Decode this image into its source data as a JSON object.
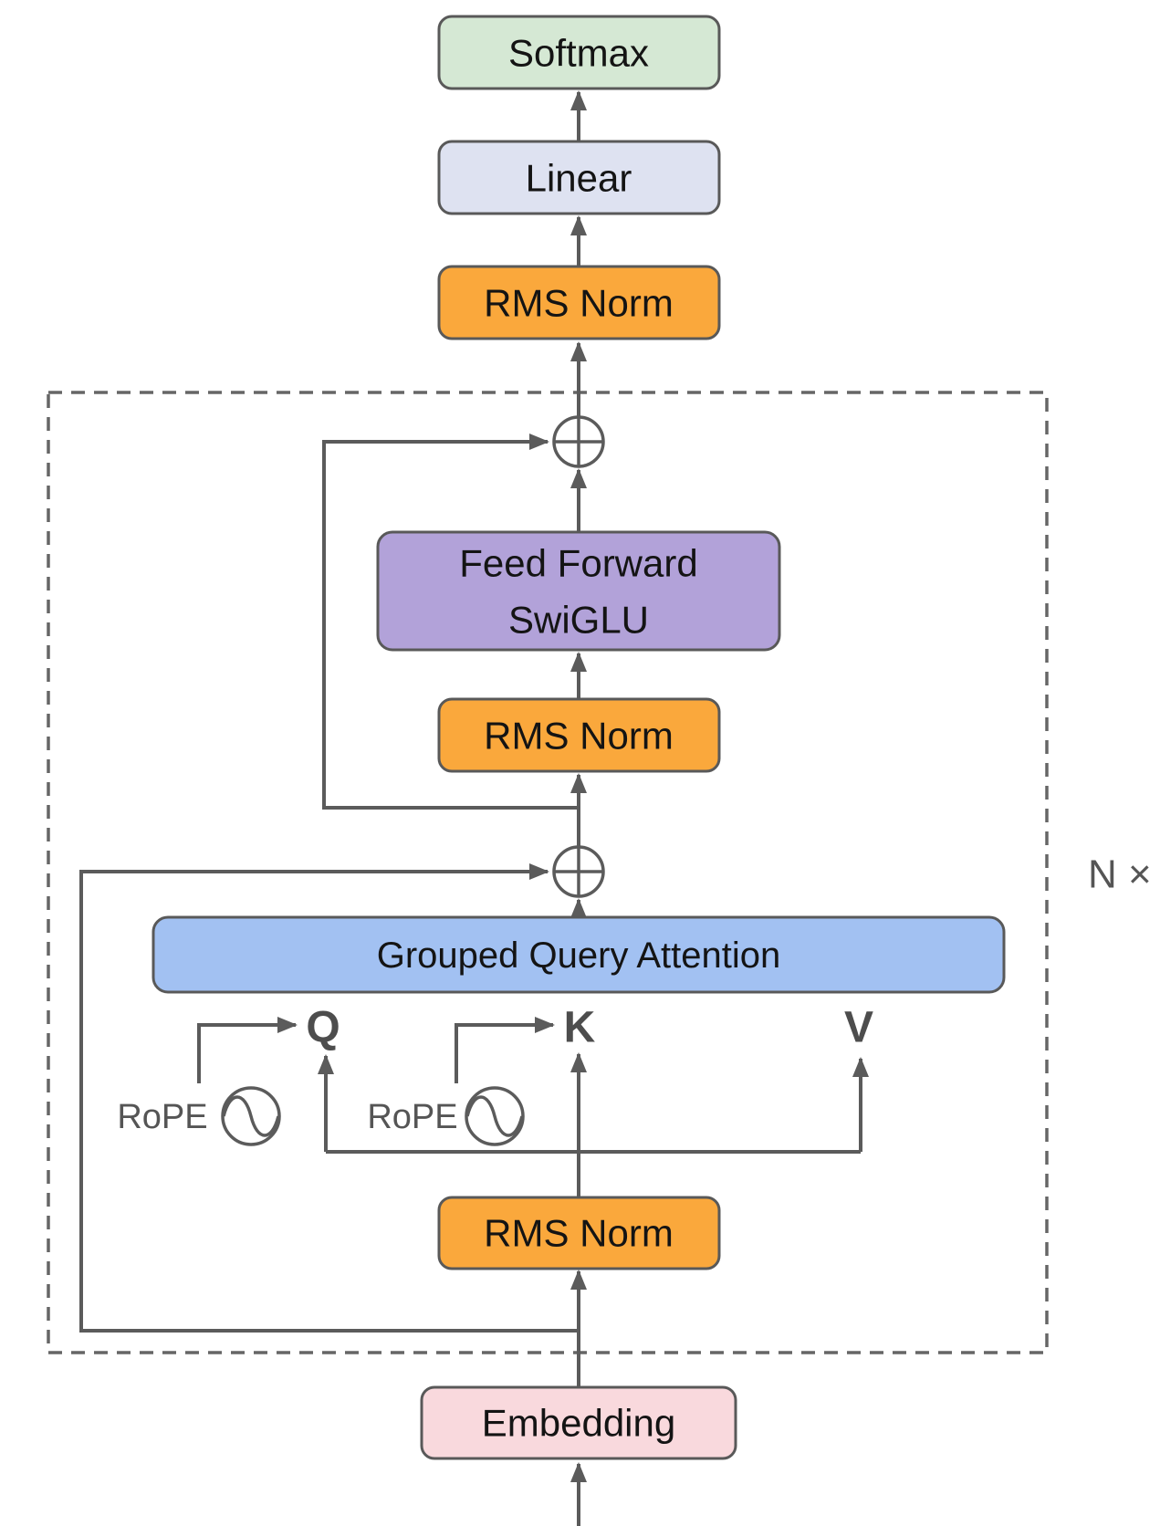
{
  "blocks": {
    "softmax": "Softmax",
    "linear": "Linear",
    "rms_norm_output": "RMS Norm",
    "feed_forward_line1": "Feed Forward",
    "feed_forward_line2": "SwiGLU",
    "rms_norm_ffn": "RMS Norm",
    "attention": "Grouped Query Attention",
    "rms_norm_attention": "RMS Norm",
    "embedding": "Embedding"
  },
  "labels": {
    "q": "Q",
    "k": "K",
    "v": "V",
    "rope_q": "RoPE",
    "rope_k": "RoPE",
    "repeat": "N ×"
  },
  "colors": {
    "softmax_fill": "#d5e8d4",
    "linear_fill": "#dee2f1",
    "rms_norm_fill": "#faa83c",
    "feed_forward_fill": "#b2a2d9",
    "attention_fill": "#a2c1f2",
    "embedding_fill": "#f9d9dd",
    "box_border": "#595959",
    "wire": "#5b5b5b",
    "dashed_border": "#666666",
    "qkv_text": "#4d4d4d",
    "secondary_text": "#555555"
  }
}
